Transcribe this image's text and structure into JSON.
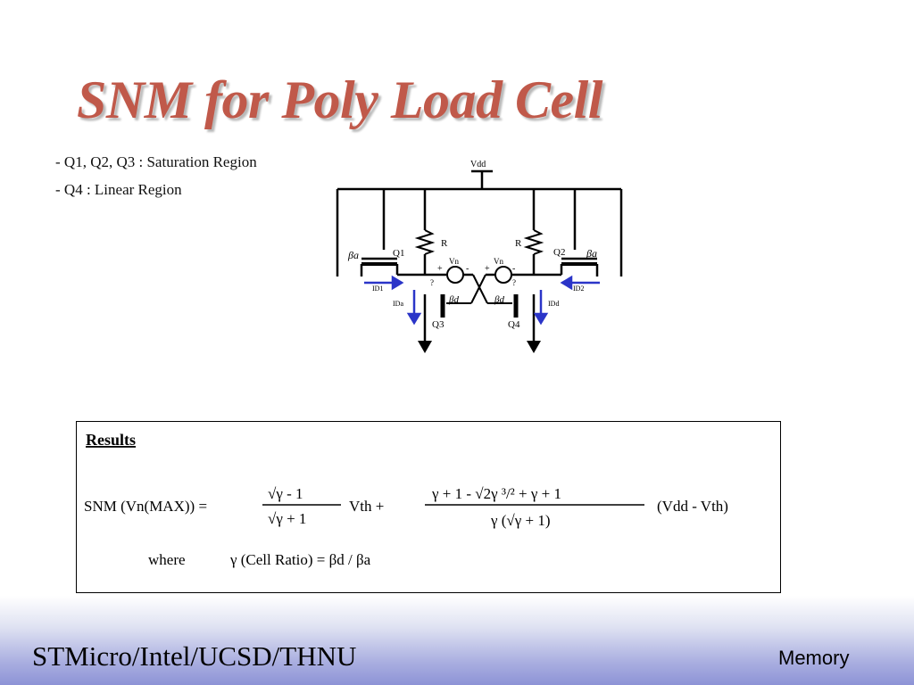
{
  "slide": {
    "title": "SNM for Poly Load Cell",
    "bullets": [
      "-  Q1, Q2, Q3 :  Saturation Region",
      "-  Q4 :  Linear  Region"
    ]
  },
  "circuit": {
    "vdd": "Vdd",
    "r_left": "R",
    "r_right": "R",
    "q1": "Q1",
    "q2": "Q2",
    "q3": "Q3",
    "q4": "Q4",
    "beta_a_left": "βa",
    "beta_a_right": "βa",
    "beta_d_left": "βd",
    "beta_d_right": "βd",
    "vn_left": "Vn",
    "vn_right": "Vn",
    "i_d1": "ID1",
    "i_d2": "ID2",
    "i_da_left": "IDa",
    "i_da_right": "IDd",
    "plus_left": "+",
    "minus_left": "-",
    "plus_right": "+",
    "minus_right": "-",
    "q_left": "?",
    "q_right": "?"
  },
  "results": {
    "heading": "Results",
    "snm_lhs": "SNM (Vn(MAX))  =",
    "frac1_num": "√γ  - 1",
    "frac1_den": "√γ  + 1",
    "vth": "Vth   +",
    "frac2_num": "γ + 1  - √2γ ³/² + γ  + 1",
    "frac2_den": "γ (√γ  + 1)",
    "vdd_vth": "(Vdd - Vth)",
    "where": "where",
    "gamma_def": "γ  (Cell Ratio)  = βd / βa"
  },
  "footer": {
    "left": "STMicro/Intel/UCSD/THNU",
    "right": "Memory"
  },
  "colors": {
    "title": "#c0594a",
    "arrow_blue": "#2b35c8",
    "footer_gradient_end": "#8d93d6"
  }
}
